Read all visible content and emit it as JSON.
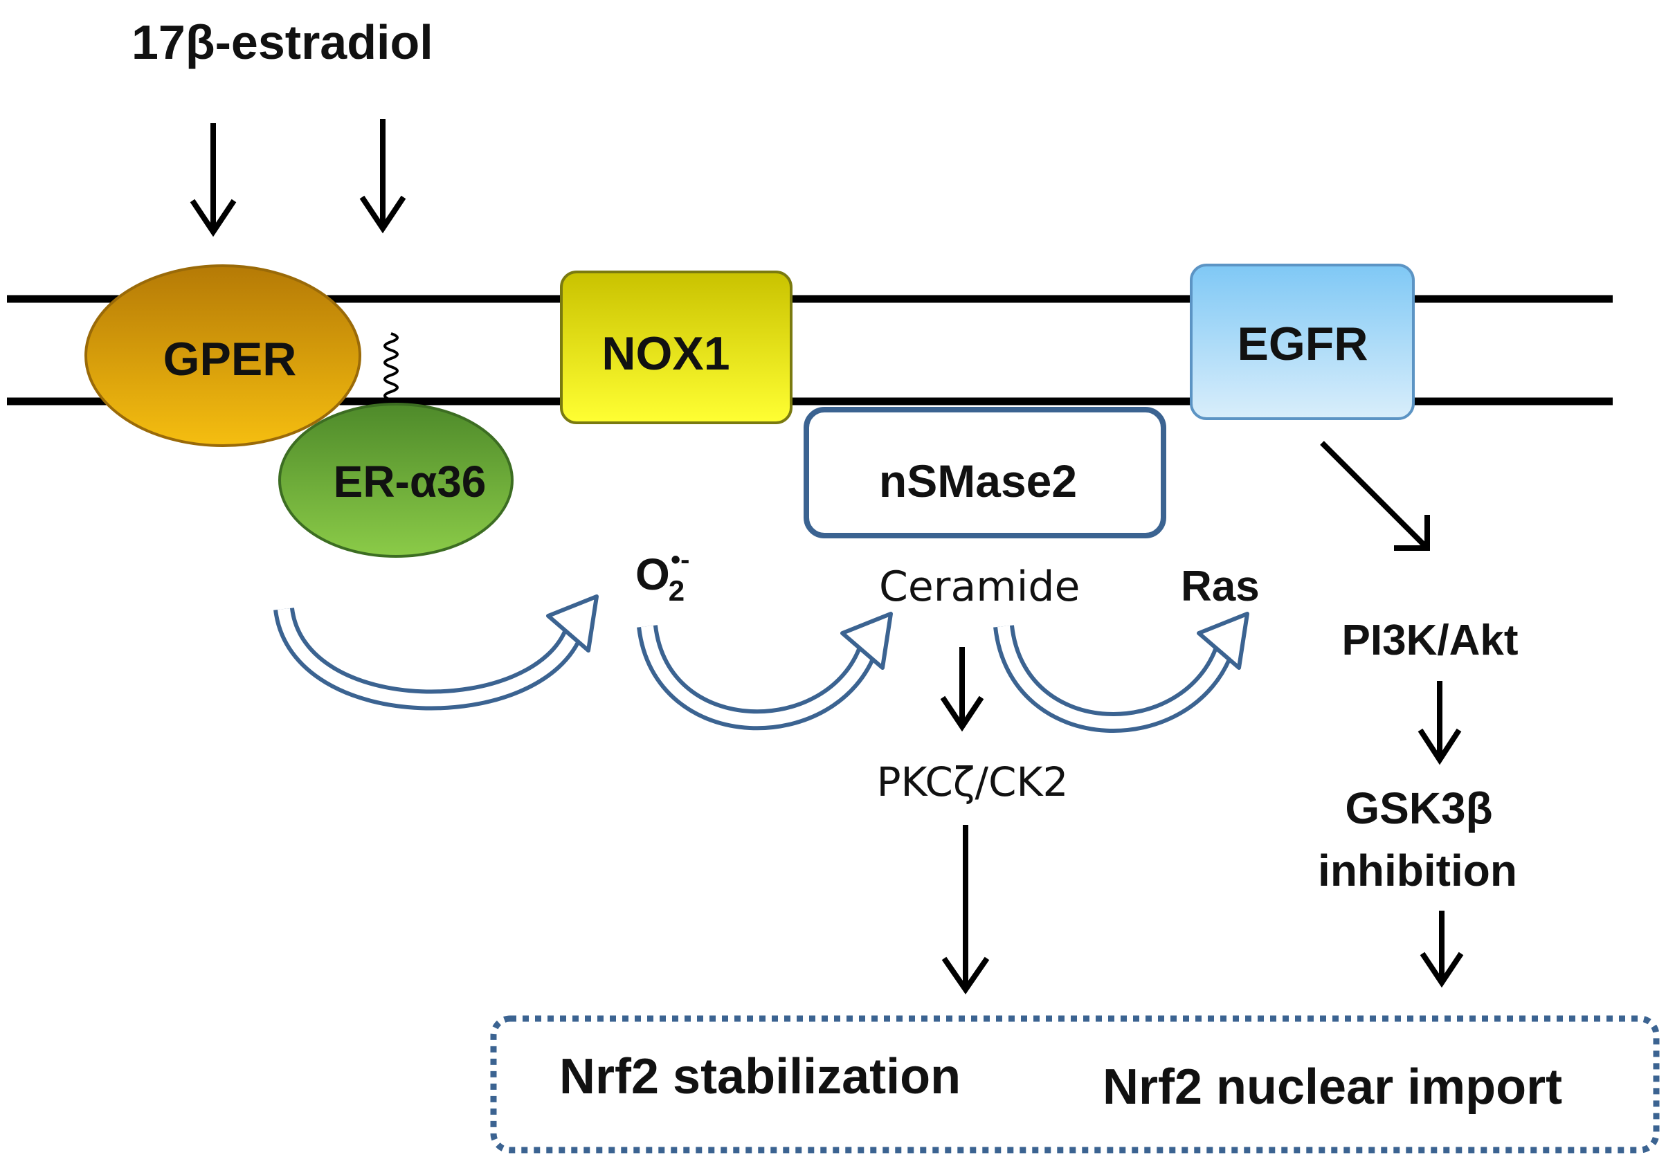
{
  "ligand": {
    "label": "17β-estradiol"
  },
  "membrane": {
    "receptors": {
      "gper": {
        "label": "GPER",
        "color_top": "#B57A06",
        "color_bottom": "#F5BE10"
      },
      "er_alpha36": {
        "label": "ER-α36",
        "color_top": "#4E8A2A",
        "color_bottom": "#8BCB48"
      },
      "nox1": {
        "label": "NOX1",
        "color_top": "#C9C200",
        "color_bottom": "#FFFF33"
      },
      "egfr": {
        "label": "EGFR",
        "color_top": "#7FC8F5",
        "color_bottom": "#D9EEFB"
      }
    },
    "enzyme": {
      "label": "nSMase2",
      "border_color": "#3B6391"
    }
  },
  "intermediates": {
    "superoxide": {
      "label": "O",
      "subscript": "2",
      "superscript": "•-"
    },
    "ceramide": {
      "label": "Ceramide"
    },
    "ras": {
      "label": "Ras"
    },
    "pkc": {
      "label": "PKCζ/CK2"
    },
    "pi3k": {
      "label": "PI3K/Akt"
    },
    "gsk3b_line1": {
      "label": "GSK3β"
    },
    "gsk3b_line2": {
      "label": "inhibition"
    }
  },
  "outcomes": {
    "stabilization": {
      "label": "Nrf2 stabilization"
    },
    "nuclear_import": {
      "label": "Nrf2 nuclear import"
    },
    "border_color": "#3B6391"
  },
  "curved_arrow_color": "#3B6391"
}
